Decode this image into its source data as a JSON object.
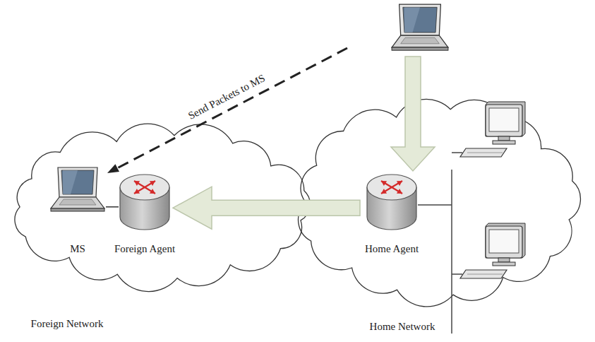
{
  "diagram": {
    "nodes": [
      {
        "text": [
          "Foreign Network"
        ]
      },
      {
        "text": [
          "MS"
        ],
        "in": 0
      },
      {
        "text": [
          "Foreign Agent"
        ],
        "in": 0
      },
      {
        "text": [
          "Home Network"
        ]
      },
      {
        "text": [
          "Home Agent"
        ],
        "in": 3
      }
    ],
    "edges": [
      {
        "from": 1,
        "to": 2,
        "arrow": "none"
      },
      {
        "from": 4,
        "to": 2,
        "arrow": "to"
      }
    ],
    "labels": [
      "Send Packets to MS"
    ]
  }
}
